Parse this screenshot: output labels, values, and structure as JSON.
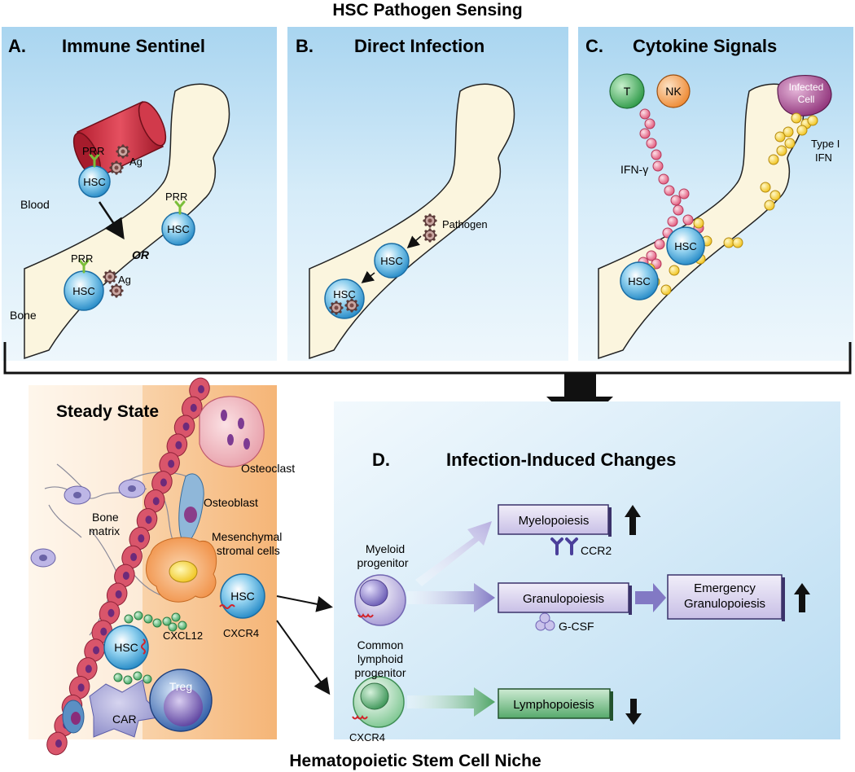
{
  "figure": {
    "top_title": "HSC Pathogen Sensing",
    "bottom_title": "Hematopoietic Stem Cell Niche"
  },
  "panel_a": {
    "letter": "A.",
    "title": "Immune Sentinel",
    "labels": {
      "prr_blood": "PRR",
      "ag_blood": "Ag",
      "hsc_blood": "HSC",
      "blood": "Blood",
      "prr_bone": "PRR",
      "hsc_bone": "HSC",
      "or": "OR",
      "prr_low": "PRR",
      "hsc_low": "HSC",
      "ag_low": "Ag",
      "bone": "Bone"
    }
  },
  "panel_b": {
    "letter": "B.",
    "title": "Direct Infection",
    "labels": {
      "pathogen": "Pathogen",
      "hsc_top": "HSC",
      "hsc_infected": "HSC"
    }
  },
  "panel_c": {
    "letter": "C.",
    "title": "Cytokine Signals",
    "labels": {
      "t_cell": "T",
      "nk_cell": "NK",
      "infected_cell_1": "Infected",
      "infected_cell_2": "Cell",
      "ifn_gamma": "IFN-γ",
      "type_i_1": "Type I",
      "type_i_2": "IFN",
      "hsc_top": "HSC",
      "hsc_low": "HSC"
    }
  },
  "niche": {
    "title": "Steady State",
    "labels": {
      "osteoclast": "Osteoclast",
      "osteoblast": "Osteoblast",
      "bone_matrix_1": "Bone",
      "bone_matrix_2": "matrix",
      "msc_1": "Mesenchymal",
      "msc_2": "stromal cells",
      "hsc_right": "HSC",
      "cxcr4": "CXCR4",
      "hsc_left": "HSC",
      "cxcl12": "CXCL12",
      "treg": "Treg",
      "car": "CAR"
    }
  },
  "panel_d": {
    "letter": "D.",
    "title": "Infection-Induced Changes",
    "labels": {
      "myeloid_1": "Myeloid",
      "myeloid_2": "progenitor",
      "lymphoid_1": "Common",
      "lymphoid_2": "lymphoid",
      "lymphoid_3": "progenitor",
      "cxcr4": "CXCR4",
      "myelopoiesis": "Myelopoiesis",
      "ccr2": "CCR2",
      "granulopoiesis": "Granulopoiesis",
      "gcsf": "G-CSF",
      "emergency_1": "Emergency",
      "emergency_2": "Granulopoiesis",
      "lymphopoiesis": "Lymphopoiesis"
    }
  },
  "colors": {
    "panel_blue": "#cfe8f6",
    "bone_cream": "#fbf6e2",
    "blood_red": "#c8283a",
    "hsc_blue": "#3aa3dc",
    "ifn_gamma_pink": "#ef6d8a",
    "type_i_yellow": "#f6d23a",
    "myeloid_purple": "#8b7fc4",
    "lymphoid_green": "#4aa267",
    "osteo_pink": "#d9534f"
  }
}
